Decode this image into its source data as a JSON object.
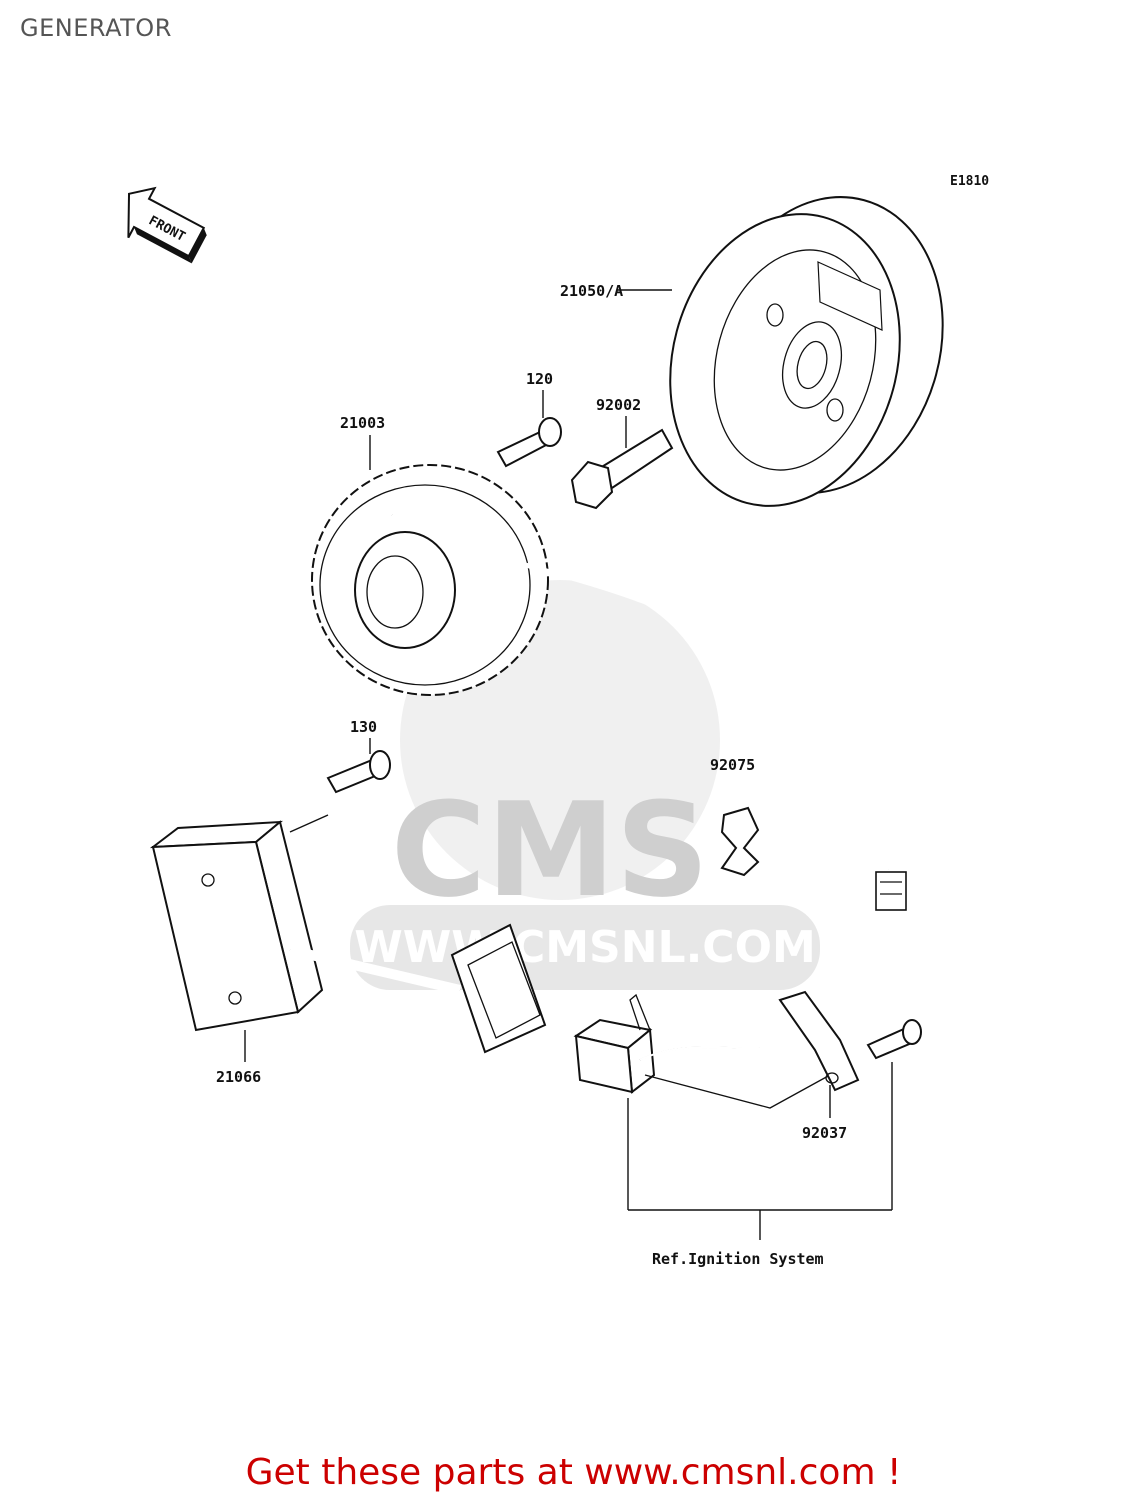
{
  "page": {
    "title": "GENERATOR",
    "footer": "Get these parts at www.cmsnl.com !"
  },
  "diagram": {
    "code": "E1810",
    "front_label": "FRONT",
    "ref_label": "Ref.Ignition System",
    "watermark": {
      "logo_text": "CMS",
      "url_text": "WWW.CMSNL.COM"
    },
    "parts": [
      {
        "id": "p-21050",
        "number": "21050/A"
      },
      {
        "id": "p-120",
        "number": "120"
      },
      {
        "id": "p-92002",
        "number": "92002"
      },
      {
        "id": "p-21003",
        "number": "21003"
      },
      {
        "id": "p-130",
        "number": "130"
      },
      {
        "id": "p-92075",
        "number": "92075"
      },
      {
        "id": "p-21066",
        "number": "21066"
      },
      {
        "id": "p-92037",
        "number": "92037"
      }
    ]
  }
}
